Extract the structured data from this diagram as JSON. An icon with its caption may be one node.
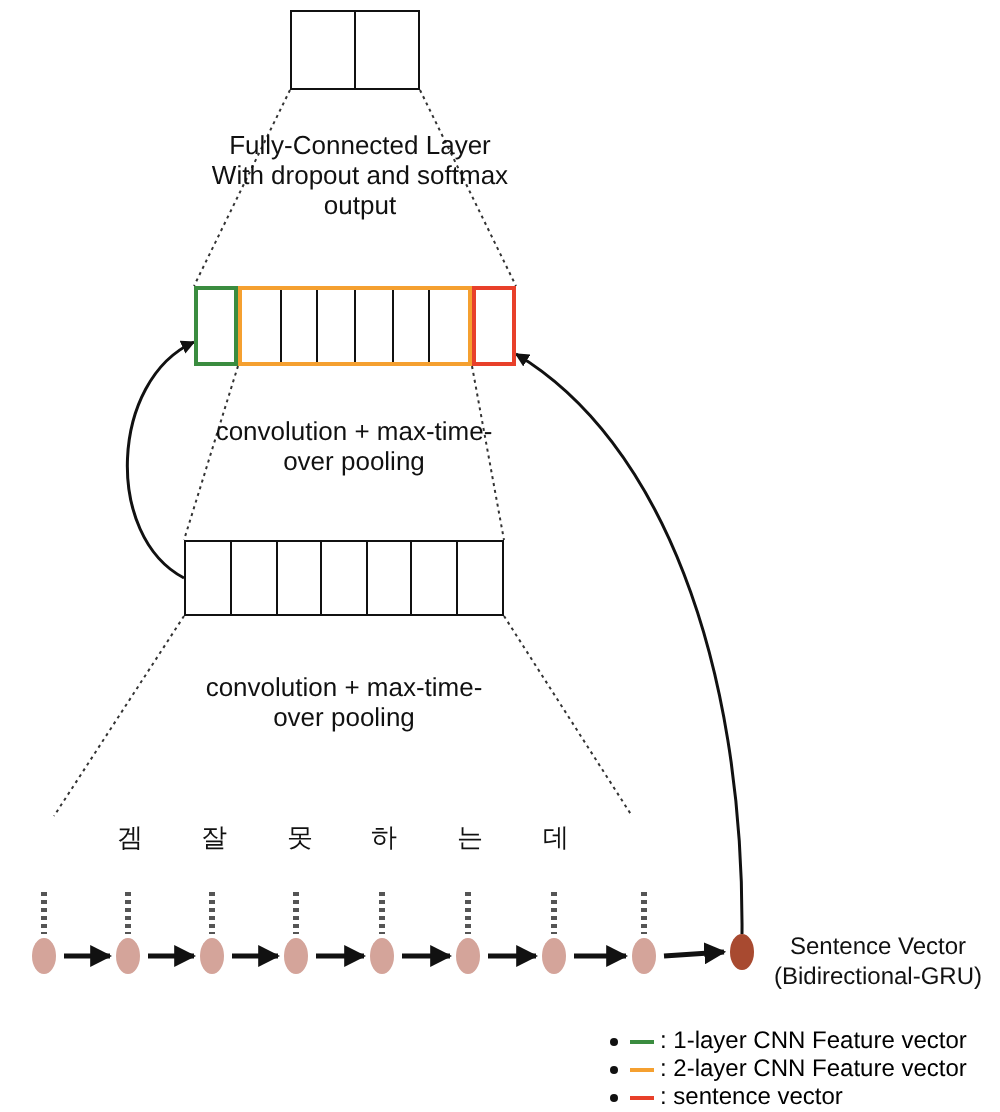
{
  "diagram": {
    "nodes": [
      {
        "text": [],
        "shape": "box"
      },
      {
        "text": [],
        "shape": "box"
      },
      {
        "text": [],
        "shape": "box"
      },
      {
        "text": [],
        "shape": "box"
      },
      {
        "text": [],
        "shape": "box"
      },
      {
        "text": [],
        "shape": "circle"
      },
      {
        "text": [],
        "shape": "circle"
      },
      {
        "text": [],
        "shape": "circle"
      },
      {
        "text": [],
        "shape": "circle"
      },
      {
        "text": [],
        "shape": "circle"
      },
      {
        "text": [],
        "shape": "circle"
      },
      {
        "text": [],
        "shape": "circle"
      },
      {
        "text": [],
        "shape": "circle"
      },
      {
        "text": [],
        "shape": "circle",
        "beside": [
          "Sentence Vector (Bidirectional-GRU)"
        ]
      }
    ],
    "edges": [
      {
        "from": 4,
        "to": 1,
        "arrow": "to"
      },
      {
        "from": 13,
        "to": 3,
        "arrow": "to"
      },
      {
        "from": 5,
        "to": 6,
        "arrow": "to"
      },
      {
        "from": 6,
        "to": 7,
        "arrow": "to"
      },
      {
        "from": 7,
        "to": 8,
        "arrow": "to"
      },
      {
        "from": 8,
        "to": 9,
        "arrow": "to"
      },
      {
        "from": 9,
        "to": 10,
        "arrow": "to"
      },
      {
        "from": 10,
        "to": 11,
        "arrow": "to"
      },
      {
        "from": 11,
        "to": 12,
        "arrow": "to"
      },
      {
        "from": 12,
        "to": 13,
        "arrow": "to"
      },
      {
        "from": 0,
        "to": 1,
        "arrow": "none",
        "style": "dashed"
      },
      {
        "from": 0,
        "to": 3,
        "arrow": "none",
        "style": "dashed"
      },
      {
        "from": 1,
        "to": 4,
        "arrow": "none",
        "style": "dashed"
      },
      {
        "from": 3,
        "to": 4,
        "arrow": "none",
        "style": "dashed"
      }
    ],
    "labels": [
      "Fully-Connected Layer With dropout and softmax output",
      "convolution + max-time-over pooling",
      "convolution + max-time-over pooling",
      "겜",
      "잘",
      "못",
      "하",
      "는",
      "데"
    ],
    "legend": [
      {
        "text": ": 1-layer CNN Feature vector",
        "color": "#3a8c3f"
      },
      {
        "text": ": 2-layer CNN Feature vector",
        "color": "#f5a030"
      },
      {
        "text": ": sentence vector",
        "color": "#e8402a"
      }
    ]
  }
}
